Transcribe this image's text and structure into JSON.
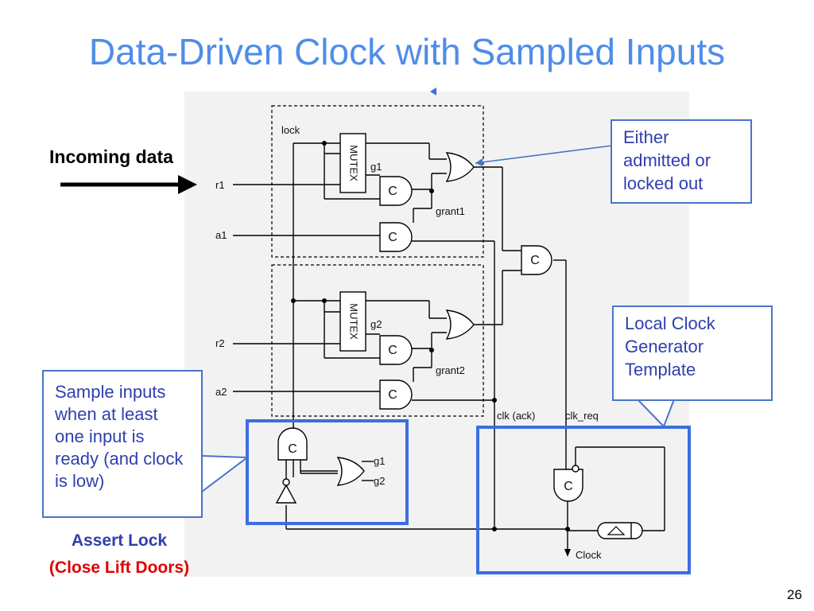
{
  "title": "Data-Driven Clock with Sampled Inputs",
  "incoming": "Incoming data",
  "callouts": {
    "either": "Either admitted or locked out",
    "local": "Local Clock Generator Template",
    "sample": "Sample inputs when at least one input is ready (and clock is low)"
  },
  "assert_lock": "Assert Lock",
  "close_doors": "(Close Lift Doors)",
  "page_number": "26",
  "circuit": {
    "lock": "lock",
    "r1": "r1",
    "a1": "a1",
    "r2": "r2",
    "a2": "a2",
    "g1": "g1",
    "g2": "g2",
    "grant1": "grant1",
    "grant2": "grant2",
    "mutex": "MUTEX",
    "c": "C",
    "clk_ack": "clk (ack)",
    "clk_req": "clk_req",
    "clock": "Clock"
  },
  "colors": {
    "title": "#4f8de8",
    "callout_text": "#2f3fae",
    "callout_border": "#4a74c9",
    "highlight_box": "#3c6ee0",
    "assert_lock": "#2f3fae",
    "close_doors": "#e00000"
  }
}
